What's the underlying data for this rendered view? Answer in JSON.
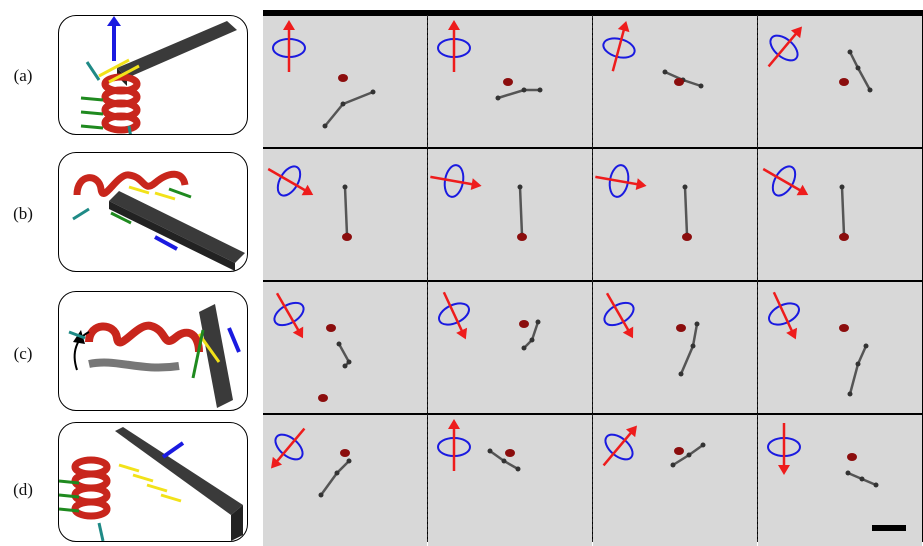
{
  "rows": [
    {
      "label": "(a)"
    },
    {
      "label": "(b)"
    },
    {
      "label": "(c)"
    },
    {
      "label": "(d)"
    }
  ],
  "colors": {
    "helix": "#c8261c",
    "rod": "#3a3a3a",
    "field_red": "#ee1c1c",
    "field_blue": "#1a1ae0",
    "arrow_green": "#1f8a1f",
    "arrow_yellow": "#f2e21a",
    "arrow_teal": "#1f8a86",
    "marker": "#8b0d0d",
    "frame_bg": "#d8d8d8"
  },
  "icons": [
    "helix-icon",
    "rod-icon",
    "field-arrow-icon",
    "rotation-ellipse-icon",
    "scale-bar-icon"
  ]
}
